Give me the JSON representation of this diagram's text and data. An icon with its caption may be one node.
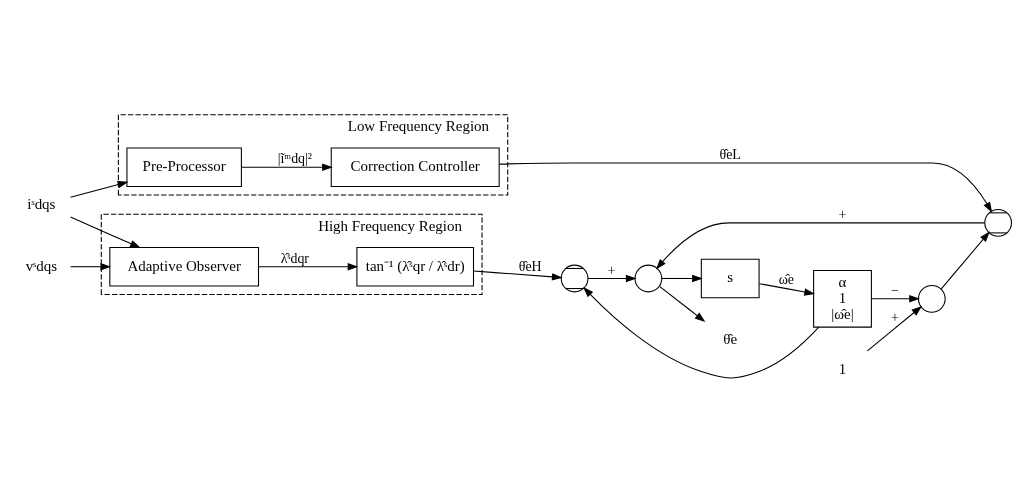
{
  "diagram": {
    "nodes": [
      {
        "text": [
          "High Frequency Region"
        ]
      },
      {
        "text": [
          "Adaptive Observer"
        ],
        "in": 0
      },
      {
        "text": [
          "tan⁻¹ (λ̂ˢqr / λ̂ˢdr)"
        ],
        "in": 0
      },
      {
        "text": [
          "Low Frequency Region"
        ]
      },
      {
        "text": [
          "Pre-Processor"
        ],
        "in": 3
      },
      {
        "text": [
          "Correction Controller"
        ],
        "in": 3
      },
      {
        "text": [
          "vˢdqs"
        ]
      },
      {
        "text": [
          "iˢdqs"
        ]
      },
      {
        "text": [],
        "shape": "multiplier"
      },
      {
        "text": [],
        "shape": "circle"
      },
      {
        "text": [
          "s"
        ]
      },
      {
        "text": [
          "θ̂e"
        ]
      },
      {
        "text": [
          "α",
          "1",
          "|ω̂e|"
        ]
      },
      {
        "text": [],
        "shape": "multiplier"
      },
      {
        "text": [],
        "shape": "circle"
      },
      {
        "text": [
          "1"
        ]
      }
    ],
    "edges": [
      {
        "from": 6,
        "to": 1,
        "arrow": "to"
      },
      {
        "from": 7,
        "to": 1,
        "arrow": "to"
      },
      {
        "from": 7,
        "to": 4,
        "arrow": "to"
      },
      {
        "from": 1,
        "to": 2,
        "arrow": "to",
        "label": "λ̂ˢdqr"
      },
      {
        "from": 2,
        "to": 8,
        "arrow": "to",
        "label": "θ̂eH"
      },
      {
        "from": 8,
        "to": 9,
        "arrow": "to",
        "label": "+"
      },
      {
        "from": 9,
        "to": 11,
        "arrow": "to"
      },
      {
        "from": 9,
        "to": 10,
        "arrow": "to"
      },
      {
        "from": 10,
        "to": 12,
        "arrow": "to",
        "label": "ω̂e"
      },
      {
        "from": 4,
        "to": 5,
        "arrow": "to",
        "label": "|ĩᵐdq|²"
      },
      {
        "from": 5,
        "to": 13,
        "arrow": "to",
        "label": "θ̂eL"
      },
      {
        "from": 13,
        "to": 9,
        "arrow": "to",
        "label": "+"
      },
      {
        "from": 12,
        "to": 8,
        "arrow": "to"
      },
      {
        "from": 12,
        "to": 14,
        "arrow": "to",
        "label": "−"
      },
      {
        "from": 15,
        "to": 14,
        "arrow": "to",
        "label": "+"
      },
      {
        "from": 14,
        "to": 13,
        "arrow": "to"
      }
    ]
  }
}
